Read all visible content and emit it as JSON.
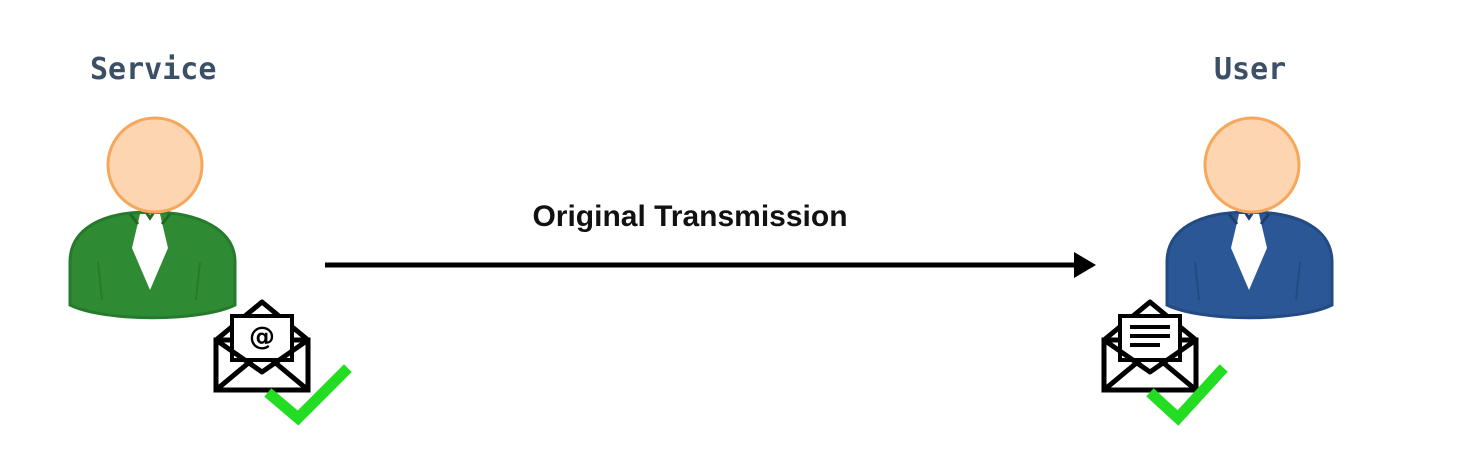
{
  "actors": {
    "service": {
      "label": "Service",
      "body_color": "#2e8b34",
      "body_stroke": "#267a2b"
    },
    "user": {
      "label": "User",
      "body_color": "#2b5797",
      "body_stroke": "#234a82"
    }
  },
  "transmission": {
    "label": "Original Transmission"
  },
  "colors": {
    "head_fill": "#fdd5b0",
    "head_stroke": "#f5a85c",
    "arrow": "#000000",
    "checkmark": "#22dd22"
  },
  "icons": {
    "service_envelope": "envelope-at-icon",
    "user_envelope": "envelope-document-icon",
    "check": "checkmark-icon"
  }
}
